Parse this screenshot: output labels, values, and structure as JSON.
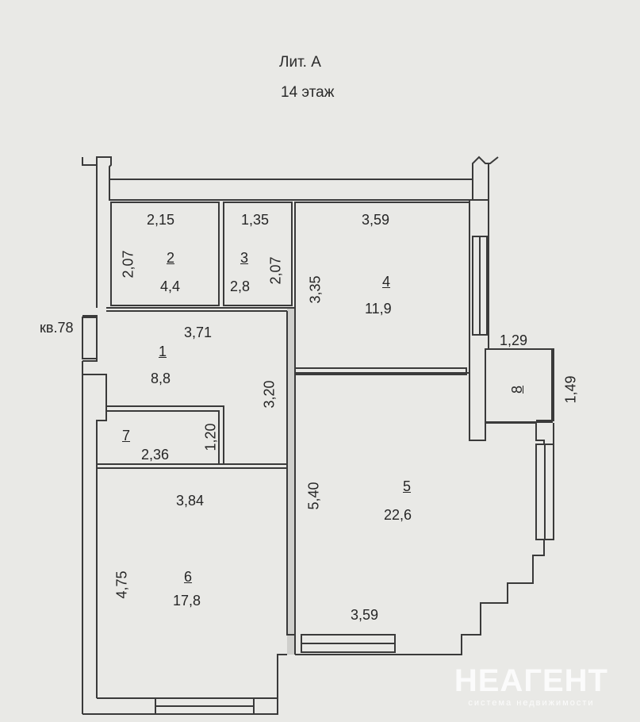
{
  "header": {
    "title": "Лит. А",
    "floor": "14 этаж"
  },
  "apartment_label": "кв.78",
  "rooms": [
    {
      "number": "1",
      "area": "8,8"
    },
    {
      "number": "2",
      "area": "4,4"
    },
    {
      "number": "3",
      "area": "2,8"
    },
    {
      "number": "4",
      "area": "11,9"
    },
    {
      "number": "5",
      "area": "22,6"
    },
    {
      "number": "6",
      "area": "17,8"
    },
    {
      "number": "7",
      "area": "2,36"
    },
    {
      "number": "8",
      "area": ""
    }
  ],
  "dimensions": {
    "r2_w": "2,15",
    "r2_h": "2,07",
    "r3_w": "1,35",
    "r3_h": "2,07",
    "r4_w": "3,59",
    "r4_h": "3,35",
    "r1_w": "3,71",
    "r1_h": "3,20",
    "r7_h": "1,20",
    "r8_w": "1,29",
    "r8_h": "1,49",
    "r5_h": "5,40",
    "r5_w": "3,59",
    "r6_w": "3,84",
    "r6_h": "4,75"
  },
  "watermark": {
    "brand": "НЕАГЕНТ",
    "tagline": "система недвижимости"
  },
  "colors": {
    "wall": "#3a3a3a",
    "wall_fill": "#f3f3f0",
    "background": "#e9e9e6"
  }
}
